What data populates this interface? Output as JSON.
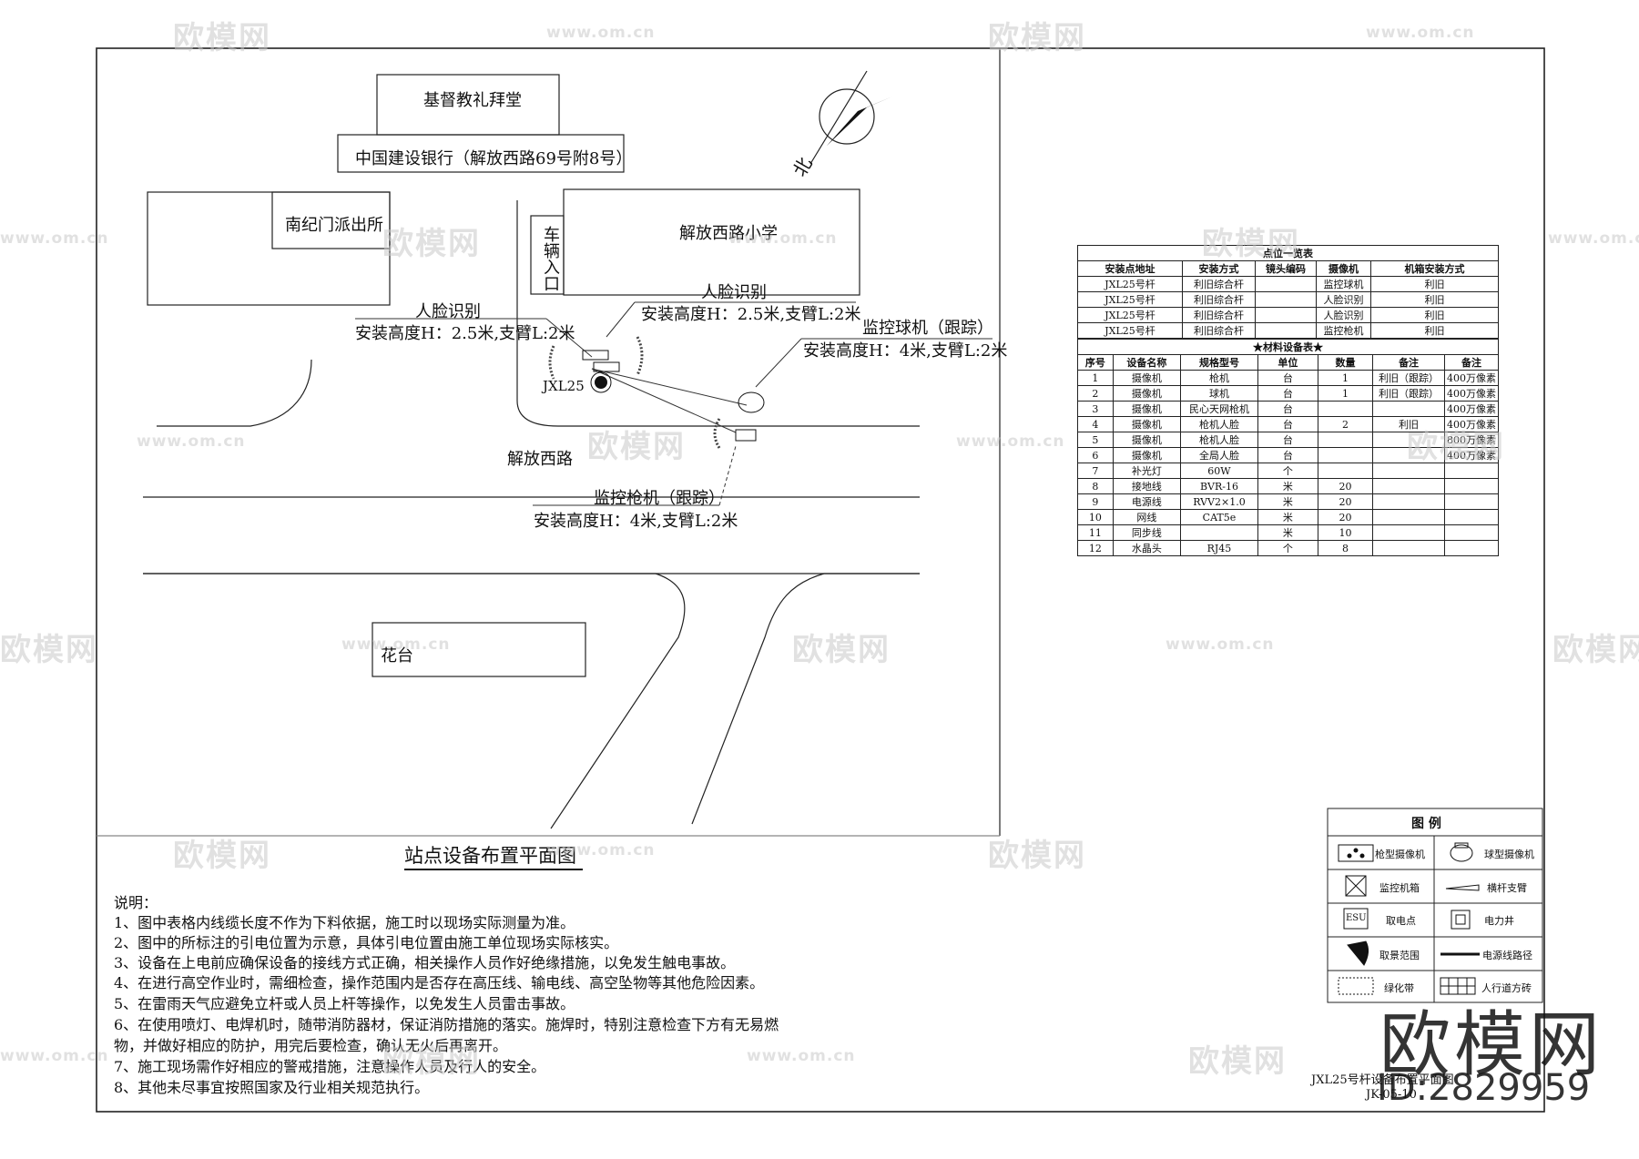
{
  "compass": {
    "north_label": "北"
  },
  "map_labels": {
    "church": "基督教礼拜堂",
    "bank": "中国建设银行（解放西路69号附8号）",
    "police": "南纪门派出所",
    "school": "解放西路小学",
    "vehicle_entrance": "车辆入口",
    "pole_id": "JXL25",
    "road_name": "解放西路",
    "flower_bed": "花台"
  },
  "callouts": {
    "face_left_title": "人脸识别",
    "face_left_spec": "安装高度H：2.5米,支臂L:2米",
    "face_right_title": "人脸识别",
    "face_right_spec": "安装高度H：2.5米,支臂L:2米",
    "dome_title": "监控球机（跟踪）",
    "dome_spec": "安装高度H：4米,支臂L:2米",
    "bullet_title": "监控枪机（跟踪）",
    "bullet_spec": "安装高度H：4米,支臂L:2米"
  },
  "plan_title": "站点设备布置平面图",
  "notes": {
    "heading": "说明：",
    "lines": [
      "1、图中表格内线缆长度不作为下料依据，施工时以现场实际测量为准。",
      "2、图中的所标注的引电位置为示意，具体引电位置由施工单位现场实际核实。",
      "3、设备在上电前应确保设备的接线方式正确，相关操作人员作好绝缘措施，以免发生触电事故。",
      "4、在进行高空作业时，需细检查，操作范围内是否存在高压线、输电线、高空坠物等其他危险因素。",
      "5、在雷雨天气应避免立杆或人员上杆等操作，以免发生人员雷击事故。",
      "6、在使用喷灯、电焊机时，随带消防器材，保证消防措施的落实。施焊时，特别注意检查下方有无易燃",
      "物，并做好相应的防护，用完后要检查，确认无火后再离开。",
      "7、施工现场需作好相应的警戒措施，注意操作人员及行人的安全。",
      "8、其他未尽事宜按照国家及行业相关规范执行。"
    ]
  },
  "point_table": {
    "title": "点位一览表",
    "headers": [
      "安装点地址",
      "安装方式",
      "镜头编码",
      "摄像机",
      "机箱安装方式"
    ],
    "rows": [
      [
        "JXL25号杆",
        "利旧综合杆",
        "",
        "监控球机",
        "利旧"
      ],
      [
        "JXL25号杆",
        "利旧综合杆",
        "",
        "人脸识别",
        "利旧"
      ],
      [
        "JXL25号杆",
        "利旧综合杆",
        "",
        "人脸识别",
        "利旧"
      ],
      [
        "JXL25号杆",
        "利旧综合杆",
        "",
        "监控枪机",
        "利旧"
      ]
    ]
  },
  "material_table": {
    "title": "★材料设备表★",
    "headers": [
      "序号",
      "设备名称",
      "规格型号",
      "单位",
      "数量",
      "备注",
      "备注"
    ],
    "rows": [
      [
        "1",
        "摄像机",
        "枪机",
        "台",
        "1",
        "利旧（跟踪）",
        "400万像素"
      ],
      [
        "2",
        "摄像机",
        "球机",
        "台",
        "1",
        "利旧（跟踪）",
        "400万像素"
      ],
      [
        "3",
        "摄像机",
        "民心天网枪机",
        "台",
        "",
        "",
        "400万像素"
      ],
      [
        "4",
        "摄像机",
        "枪机人脸",
        "台",
        "2",
        "利旧",
        "400万像素"
      ],
      [
        "5",
        "摄像机",
        "枪机人脸",
        "台",
        "",
        "",
        "800万像素"
      ],
      [
        "6",
        "摄像机",
        "全局人脸",
        "台",
        "",
        "",
        "400万像素"
      ],
      [
        "7",
        "补光灯",
        "60W",
        "个",
        "",
        "",
        ""
      ],
      [
        "8",
        "接地线",
        "BVR-16",
        "米",
        "20",
        "",
        ""
      ],
      [
        "9",
        "电源线",
        "RVV2×1.0",
        "米",
        "20",
        "",
        ""
      ],
      [
        "10",
        "网线",
        "CAT5e",
        "米",
        "20",
        "",
        ""
      ],
      [
        "11",
        "同步线",
        "",
        "米",
        "10",
        "",
        ""
      ],
      [
        "12",
        "水晶头",
        "RJ45",
        "个",
        "8",
        "",
        ""
      ]
    ]
  },
  "legend": {
    "title": "图 例",
    "items": [
      {
        "icon": "bullet-camera-icon",
        "label": "枪型摄像机"
      },
      {
        "icon": "dome-camera-icon",
        "label": "球型摄像机"
      },
      {
        "icon": "control-box-icon",
        "label": "监控机箱"
      },
      {
        "icon": "crossarm-icon",
        "label": "横杆支臂"
      },
      {
        "icon": "power-tap-icon",
        "label": "取电点",
        "icon_text": "ESU"
      },
      {
        "icon": "power-well-icon",
        "label": "电力井"
      },
      {
        "icon": "view-range-icon",
        "label": "取景范围"
      },
      {
        "icon": "power-line-icon",
        "label": "电源线路径"
      },
      {
        "icon": "green-belt-icon",
        "label": "绿化带"
      },
      {
        "icon": "sidewalk-brick-icon",
        "label": "人行道方砖"
      }
    ]
  },
  "title_block": {
    "drawing_name": "JXL25号杆设备布置平面图",
    "drawing_no": "JK-05-10"
  },
  "watermark": {
    "brand": "欧模网",
    "url": "www.om.cn",
    "id": "ID:2829959"
  }
}
